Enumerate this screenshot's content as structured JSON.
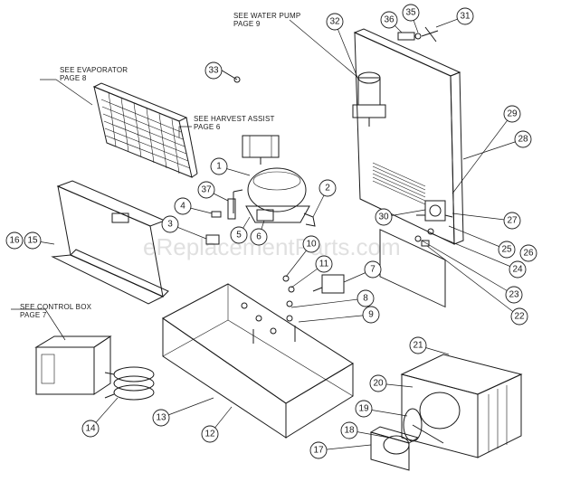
{
  "callouts": {
    "water_pump": [
      "SEE WATER PUMP",
      "PAGE 9"
    ],
    "evaporator": [
      "SEE EVAPORATOR",
      "PAGE 8"
    ],
    "harvest_assist": [
      "SEE HARVEST ASSIST",
      "PAGE 6"
    ],
    "control_box": [
      "SEE CONTROL BOX",
      "PAGE 7"
    ]
  },
  "watermark": "eReplacementParts.com",
  "part_numbers": [
    "1",
    "2",
    "3",
    "4",
    "5",
    "6",
    "7",
    "8",
    "9",
    "10",
    "11",
    "12",
    "13",
    "14",
    "15",
    "16",
    "17",
    "18",
    "19",
    "20",
    "21",
    "22",
    "23",
    "24",
    "25",
    "26",
    "27",
    "28",
    "29",
    "30",
    "31",
    "32",
    "33",
    "35",
    "36",
    "37"
  ]
}
